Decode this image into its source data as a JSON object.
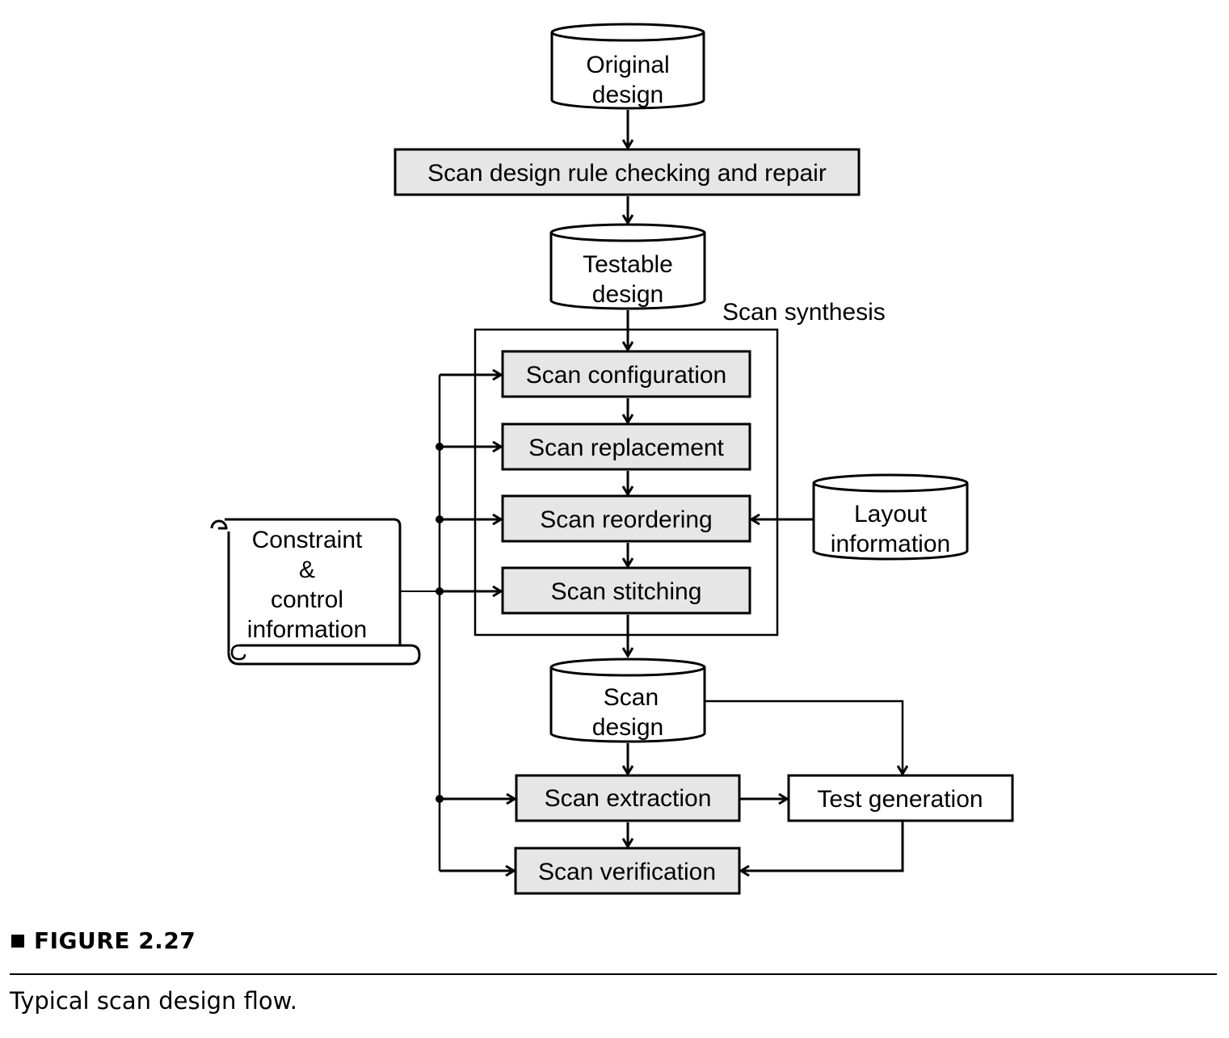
{
  "diagram": {
    "nodes": {
      "original_design": [
        "Original",
        "design"
      ],
      "scan_design_rule": [
        "Scan design rule checking and repair"
      ],
      "testable_design": [
        "Testable",
        "design"
      ],
      "scan_synthesis_label": [
        "Scan synthesis"
      ],
      "scan_configuration": [
        "Scan configuration"
      ],
      "scan_replacement": [
        "Scan replacement"
      ],
      "scan_reordering": [
        "Scan reordering"
      ],
      "scan_stitching": [
        "Scan stitching"
      ],
      "layout_information": [
        "Layout",
        "information"
      ],
      "constraint_control": [
        "Constraint",
        "&",
        "control",
        "information"
      ],
      "scan_design": [
        "Scan",
        "design"
      ],
      "scan_extraction": [
        "Scan extraction"
      ],
      "test_generation": [
        "Test generation"
      ],
      "scan_verification": [
        "Scan verification"
      ]
    },
    "edges": [
      [
        "original_design",
        "scan_design_rule"
      ],
      [
        "scan_design_rule",
        "testable_design"
      ],
      [
        "testable_design",
        "scan_configuration"
      ],
      [
        "scan_configuration",
        "scan_replacement"
      ],
      [
        "scan_replacement",
        "scan_reordering"
      ],
      [
        "scan_reordering",
        "scan_stitching"
      ],
      [
        "scan_stitching",
        "scan_design"
      ],
      [
        "layout_information",
        "scan_reordering"
      ],
      [
        "constraint_control",
        "scan_configuration"
      ],
      [
        "constraint_control",
        "scan_replacement"
      ],
      [
        "constraint_control",
        "scan_reordering"
      ],
      [
        "constraint_control",
        "scan_stitching"
      ],
      [
        "constraint_control",
        "scan_extraction"
      ],
      [
        "constraint_control",
        "scan_verification"
      ],
      [
        "scan_design",
        "scan_extraction"
      ],
      [
        "scan_design",
        "test_generation"
      ],
      [
        "scan_extraction",
        "test_generation"
      ],
      [
        "scan_extraction",
        "scan_verification"
      ],
      [
        "test_generation",
        "scan_verification"
      ]
    ],
    "colors": {
      "process_fill": "#e6e6e6",
      "stroke": "#000000"
    }
  },
  "figure": {
    "label": "FIGURE 2.27",
    "caption": "Typical scan design flow."
  }
}
